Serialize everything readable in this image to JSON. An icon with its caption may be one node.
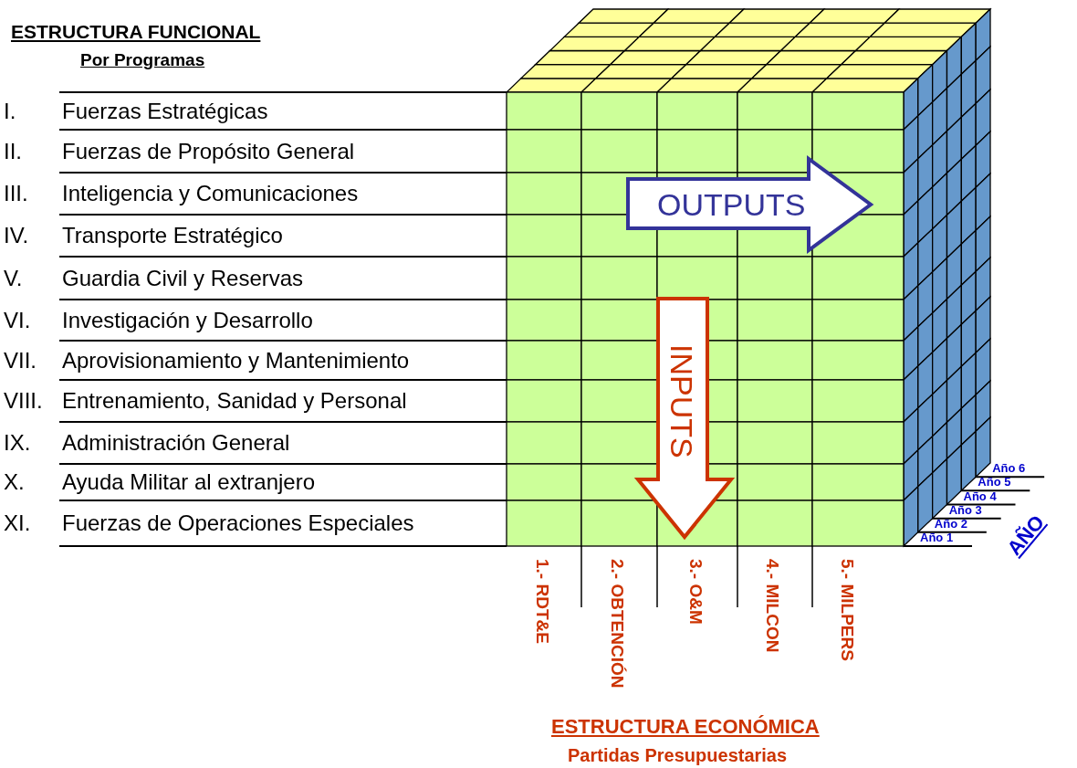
{
  "diagram": {
    "nodes": [
      {
        "text": [
          "OUTPUTS"
        ]
      },
      {
        "text": [
          "INPUTS"
        ]
      }
    ],
    "labels": [
      "ESTRUCTURA FUNCIONAL",
      "Por Programas",
      "I.",
      "Fuerzas Estratégicas",
      "II.",
      "Fuerzas de Propósito General",
      "III.",
      "Inteligencia y Comunicaciones",
      "IV.",
      "Transporte Estratégico",
      "V.",
      "Guardia Civil y Reservas",
      "VI.",
      "Investigación y Desarrollo",
      "VII.",
      "Aprovisionamiento y Mantenimiento",
      "VIII.",
      "Entrenamiento, Sanidad y Personal",
      "IX.",
      "Administración General",
      "X.",
      "Ayuda Militar al extranjero",
      "XI.",
      "Fuerzas de Operaciones Especiales",
      "Año 6",
      "Año 5",
      "Año 4",
      "Año 3",
      "Año 2",
      "Año 1",
      "AÑO",
      "1.- RDT&E",
      "2.- OBTENCIÓN",
      "3.- O&M",
      "4.- MILCON",
      "5.- MILPERS",
      "ESTRUCTURA ECONÓMICA",
      "Partidas Presupuestarias"
    ]
  }
}
